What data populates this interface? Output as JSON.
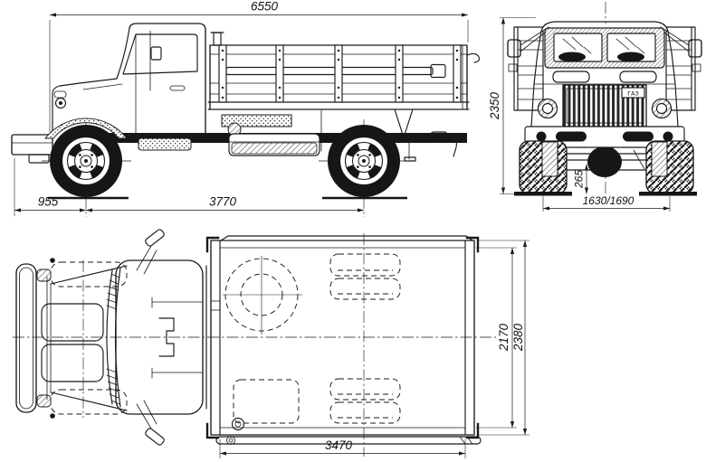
{
  "colors": {
    "ink": "#1a1a1a",
    "paper": "#ffffff"
  },
  "dimensions": {
    "overall_length": "6550",
    "front_overhang": "955",
    "wheelbase": "3770",
    "overall_height": "2350",
    "ground_clearance": "265",
    "track_front_rear": "1630/1690",
    "bed_inner_width": "2170",
    "overall_width": "2380",
    "bed_length": "3470"
  },
  "badge": {
    "grille": "ГАЗ"
  }
}
